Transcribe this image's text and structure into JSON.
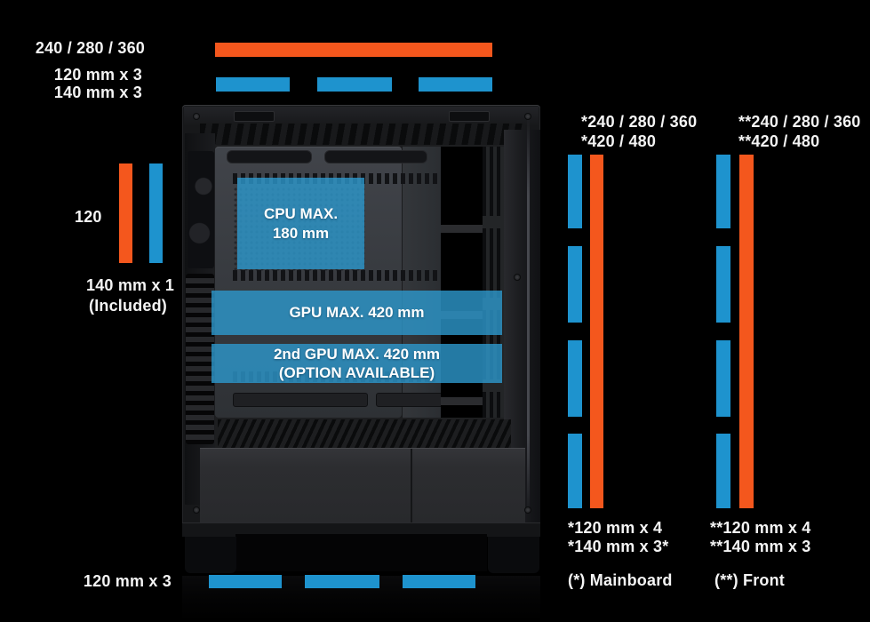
{
  "colors": {
    "background": "#000000",
    "orange": "#F4571D",
    "blue": "#1E93CE",
    "overlay_blue": "rgba(45, 152, 205, 0.8)"
  },
  "top_section": {
    "radiator_sizes": "240 / 280 / 360",
    "fan_option_1": "120 mm x 3",
    "fan_option_2": "140 mm x 3"
  },
  "left_section": {
    "radiator_size": "120",
    "fan_option": "140 mm x 1",
    "fan_note": "(Included)"
  },
  "case_overlays": {
    "cpu_line_1": "CPU MAX.",
    "cpu_line_2": "180 mm",
    "gpu": "GPU MAX. 420 mm",
    "gpu2_line_1": "2nd GPU MAX. 420 mm",
    "gpu2_line_2": "(OPTION AVAILABLE)"
  },
  "mainboard_section": {
    "radiator_sizes_1": "*240 / 280 / 360",
    "radiator_sizes_2": "*420 / 480",
    "fan_option_1": "*120 mm x 4",
    "fan_option_2": "*140 mm x 3*",
    "legend": "(*) Mainboard"
  },
  "front_section": {
    "radiator_sizes_1": "**240 / 280 / 360",
    "radiator_sizes_2": "**420 / 480",
    "fan_option_1": "**120 mm x 4",
    "fan_option_2": "**140 mm x 3",
    "legend": "(**) Front"
  },
  "bottom_section": {
    "fan_option": "120 mm x 3"
  }
}
